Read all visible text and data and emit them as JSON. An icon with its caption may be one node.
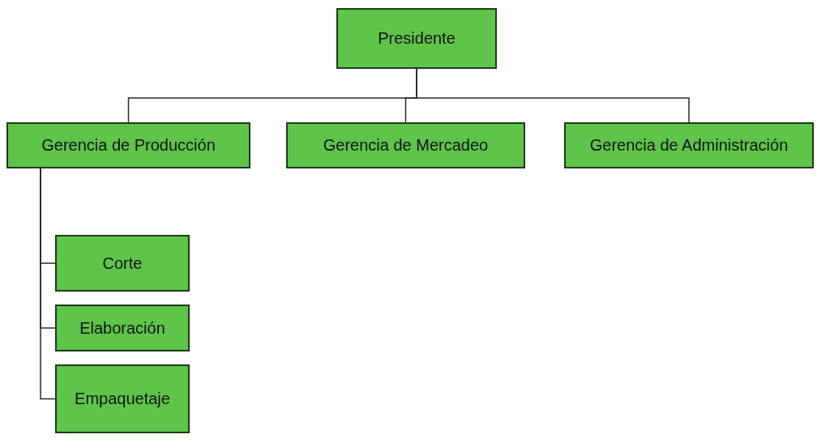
{
  "diagram": {
    "nodes": [
      {
        "text": [
          "Presidente"
        ]
      },
      {
        "text": [
          "Gerencia de Producción"
        ]
      },
      {
        "text": [
          "Gerencia de Mercadeo"
        ]
      },
      {
        "text": [
          "Gerencia de Administración"
        ]
      },
      {
        "text": [
          "Corte"
        ]
      },
      {
        "text": [
          "Elaboración"
        ]
      },
      {
        "text": [
          "Empaquetaje"
        ]
      }
    ],
    "edges": [
      {
        "from": 0,
        "to": 1,
        "arrow": "none"
      },
      {
        "from": 0,
        "to": 2,
        "arrow": "none"
      },
      {
        "from": 0,
        "to": 3,
        "arrow": "none"
      },
      {
        "from": 1,
        "to": 4,
        "arrow": "none"
      },
      {
        "from": 1,
        "to": 5,
        "arrow": "none"
      },
      {
        "from": 1,
        "to": 6,
        "arrow": "none"
      }
    ]
  }
}
